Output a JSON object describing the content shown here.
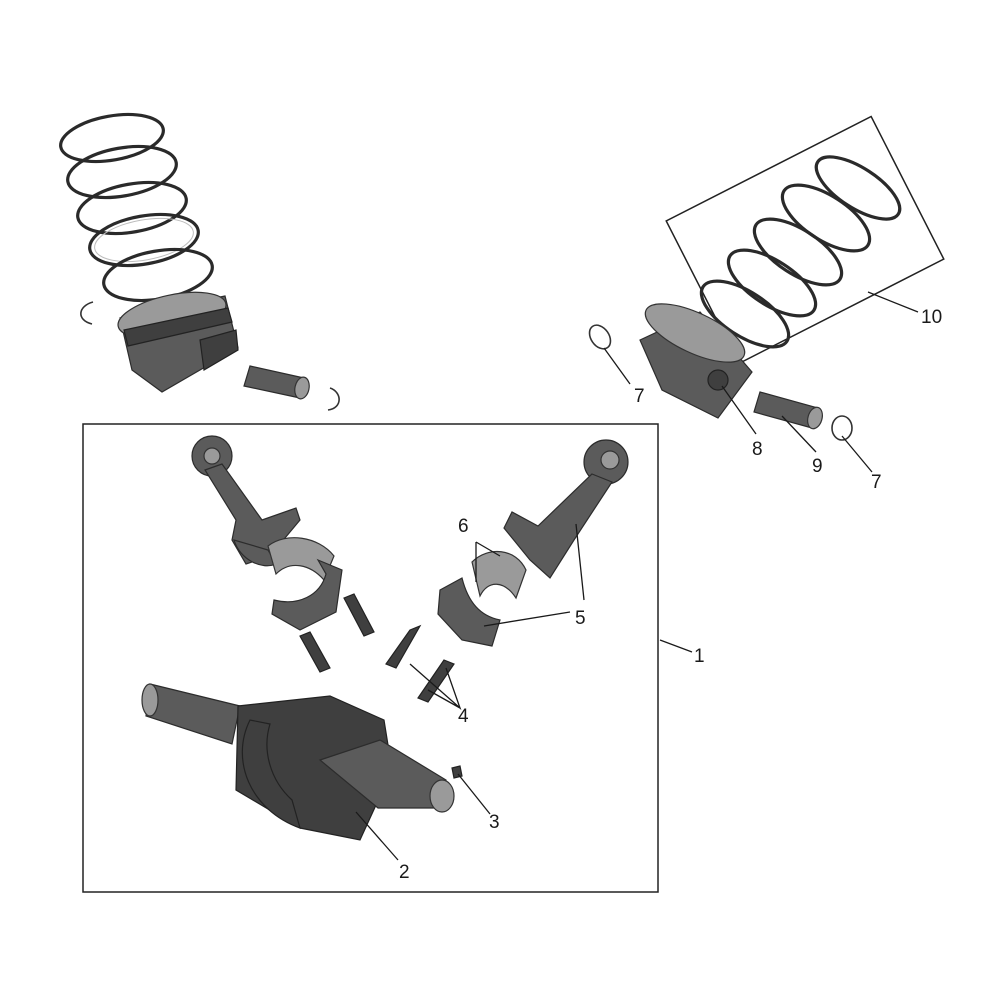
{
  "callouts": {
    "c1": "1",
    "c2": "2",
    "c3": "3",
    "c4": "4",
    "c5": "5",
    "c6": "6",
    "c7a": "7",
    "c7b": "7",
    "c8": "8",
    "c9": "9",
    "c10": "10"
  },
  "colors": {
    "metal": "#5b5b5b",
    "metal_dark": "#3f3f3f",
    "line": "#1a1a1a"
  }
}
